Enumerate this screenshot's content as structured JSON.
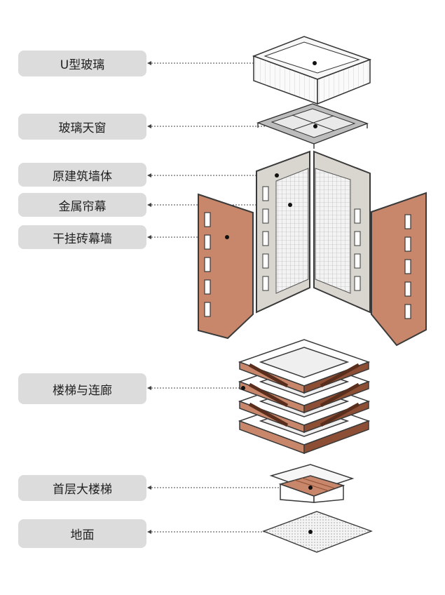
{
  "labels": {
    "u_glass": "U型玻璃",
    "skylight": "玻璃天窗",
    "original_wall": "原建筑墙体",
    "metal_curtain": "金属帘幕",
    "brick_curtain_wall": "干挂砖幕墙",
    "stairs_corridor": "楼梯与连廊",
    "grand_staircase": "首层大楼梯",
    "ground": "地面"
  },
  "colors": {
    "label_bg": "#dcdcdc",
    "brick": "#c8876a",
    "brick_dark": "#8c4e34",
    "wall": "#d9d6cf",
    "outline": "#3a3a3a"
  }
}
